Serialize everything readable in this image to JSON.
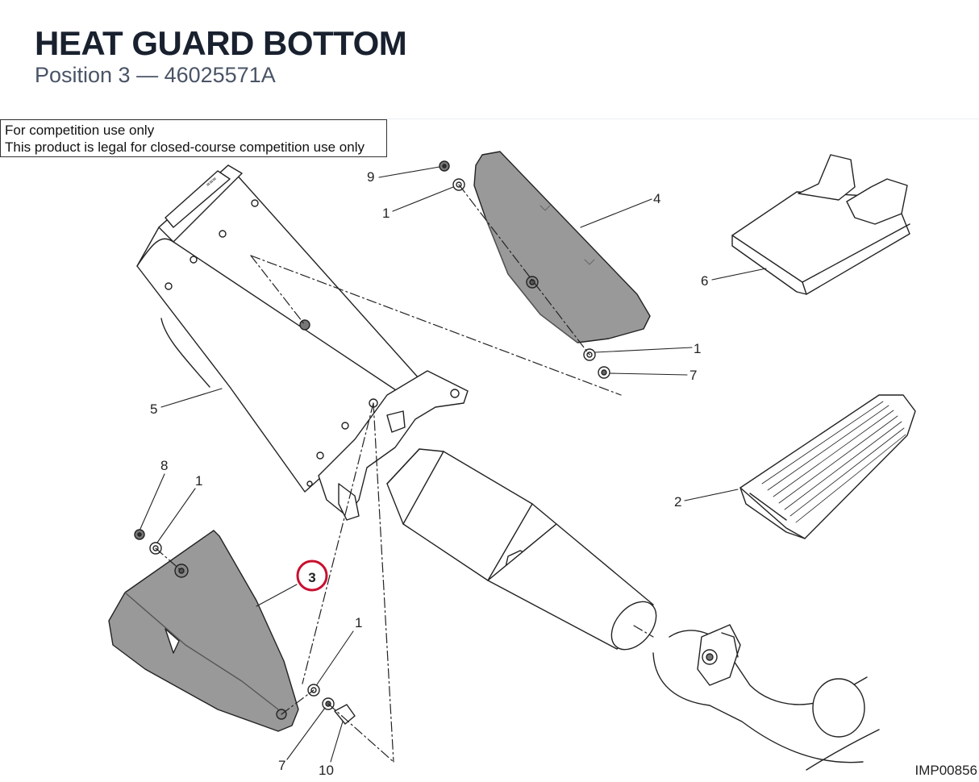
{
  "header": {
    "title": "HEAT GUARD BOTTOM",
    "subtitle": "Position 3 — 46025571A"
  },
  "notice": {
    "line1": "For competition use only",
    "line2": "This product is legal for closed-course competition use only"
  },
  "callouts": {
    "c9": "9",
    "c1a": "1",
    "c4": "4",
    "c6": "6",
    "c1b": "1",
    "c7a": "7",
    "c5": "5",
    "c2": "2",
    "c8": "8",
    "c1c": "1",
    "c3": "3",
    "c1d": "1",
    "c7b": "7",
    "c10": "10"
  },
  "highlight_color": "#c8102e",
  "part_fill_color": "#999999",
  "drawing_ref": "IMP00856"
}
